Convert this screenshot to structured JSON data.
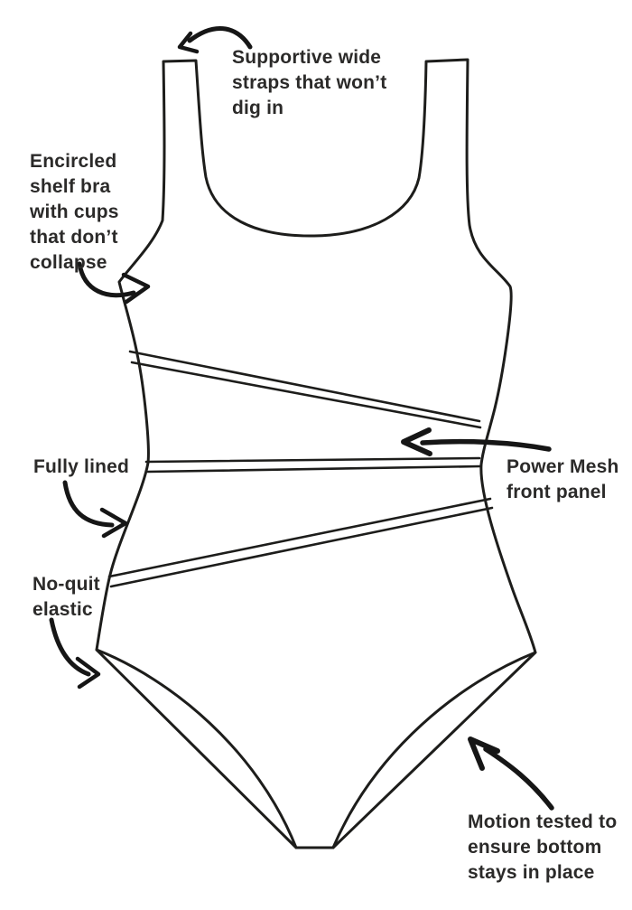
{
  "labels": {
    "straps": "Supportive wide\nstraps that won’t\ndig in",
    "shelf_bra": "Encircled\nshelf bra\nwith cups\nthat don’t\ncollapse",
    "fully_lined": "Fully lined",
    "power_mesh": "Power Mesh\nfront panel",
    "elastic": "No-quit\nelastic",
    "motion": "Motion tested to\nensure bottom\nstays in place"
  },
  "colors": {
    "ink": "#1d1d1b",
    "arrow": "#161616",
    "text": "#2b2a29",
    "background": "#ffffff"
  }
}
